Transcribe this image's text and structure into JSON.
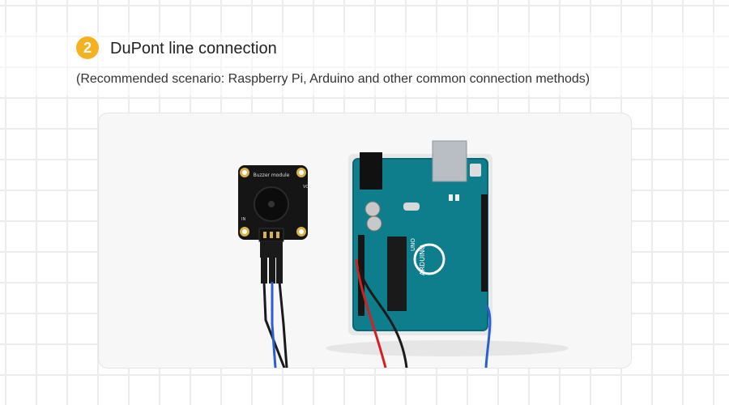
{
  "section": {
    "step_number": "2",
    "title": "DuPont line connection",
    "subtitle": "(Recommended scenario: Raspberry Pi, Arduino and other common connection methods)"
  },
  "photo": {
    "module_silkscreen": "Buzzer module",
    "board_logo": "ARDUINO",
    "board_model": "UNO",
    "pin_vcc": "VCC",
    "pin_in": "IN",
    "wire_colors": [
      "#1a1a1a",
      "#d42020",
      "#2a5fd0"
    ],
    "board_color": "#0e7d8c",
    "module_color": "#151515",
    "badge_color": "#f5b120"
  }
}
